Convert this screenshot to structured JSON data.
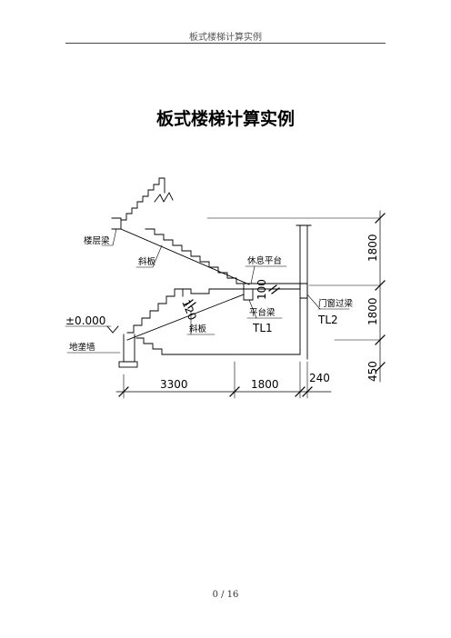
{
  "header": {
    "running_title": "板式楼梯计算实例"
  },
  "title": "板式楼梯计算实例",
  "drawing": {
    "labels": {
      "floor_beam": "楼层梁",
      "slab_upper": "斜板",
      "landing": "休息平台",
      "landing_thickness": "100",
      "slab_thickness": "120",
      "landing_beam": "平台梁",
      "landing_beam_code": "TL1",
      "door_lintel": "门窗过梁",
      "door_lintel_code": "TL2",
      "elevation": "±0.000",
      "slab_lower": "斜板",
      "foundation_wall": "地垄墙"
    },
    "dims_horizontal": [
      "3300",
      "1800",
      "240"
    ],
    "dims_vertical": [
      "1800",
      "1800",
      "450"
    ]
  },
  "footer": {
    "page_label": "0 / 16"
  }
}
